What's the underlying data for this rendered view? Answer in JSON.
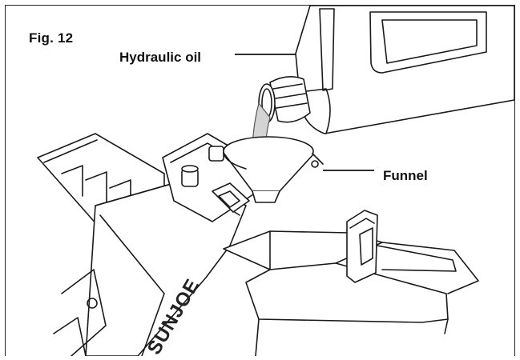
{
  "figure": {
    "label": "Fig. 12"
  },
  "callouts": {
    "oil": "Hydraulic oil",
    "funnel": "Funnel"
  },
  "brand_mark": "SUNJOE",
  "icons": [
    "oil-bottle-icon",
    "funnel-icon",
    "log-splitter-icon"
  ]
}
